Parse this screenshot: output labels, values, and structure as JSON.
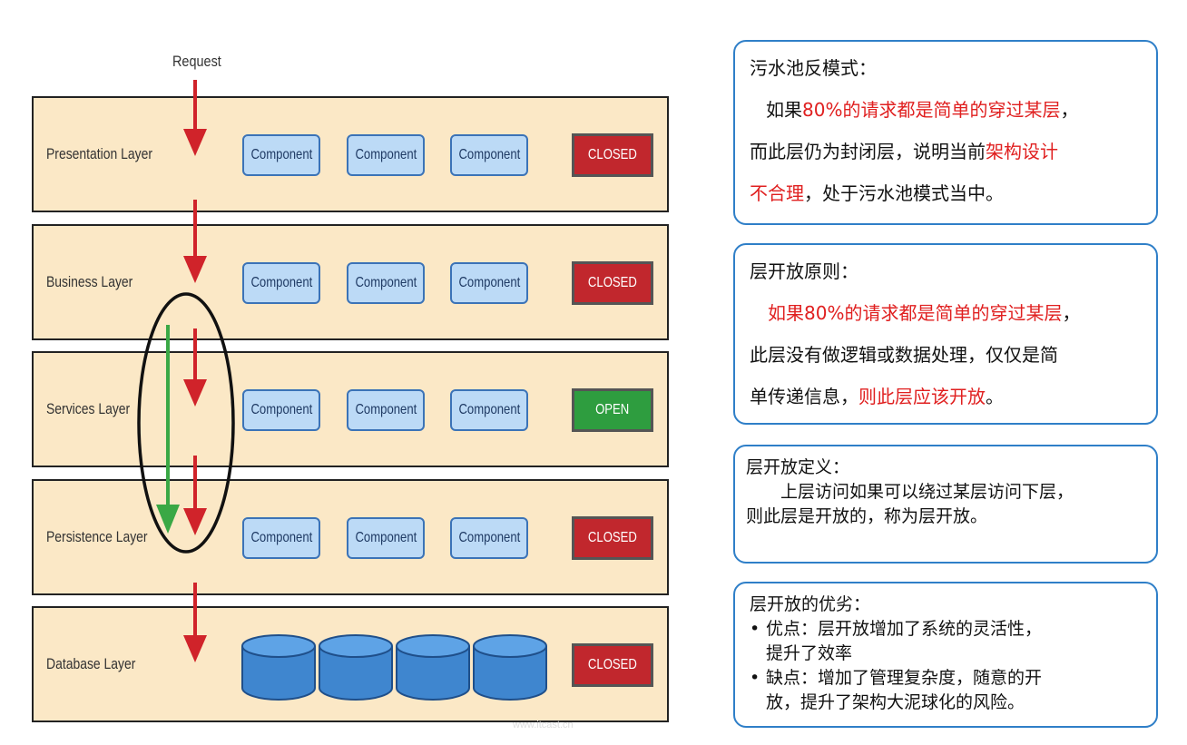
{
  "diagram": {
    "request_label": "Request",
    "layers": [
      {
        "label": "Presentation Layer",
        "status": "CLOSED",
        "kind": "components"
      },
      {
        "label": "Business Layer",
        "status": "CLOSED",
        "kind": "components"
      },
      {
        "label": "Services Layer",
        "status": "OPEN",
        "kind": "components"
      },
      {
        "label": "Persistence Layer",
        "status": "CLOSED",
        "kind": "components"
      },
      {
        "label": "Database Layer",
        "status": "CLOSED",
        "kind": "databases"
      }
    ],
    "component_label": "Component",
    "colors": {
      "closed": "#c1272d",
      "open": "#2e9d3f",
      "arrow_red": "#d0232a",
      "arrow_green": "#3aa845",
      "layer_bg": "#fbe8c6"
    },
    "watermark": "www.itcast.cn"
  },
  "notes": {
    "box1": {
      "title": "污水池反模式：",
      "l1_pre": "如果",
      "l1_red": "80%的请求都是简单的穿过某层",
      "l1_post": "，",
      "l2_pre": "而此层仍为封闭层，说明当前",
      "l2_red": "架构设计",
      "l3_red": "不合理",
      "l3_post": "，处于污水池模式当中。"
    },
    "box2": {
      "title": "层开放原则：",
      "l1_red": "如果80%的请求都是简单的穿过某层",
      "l1_post": "，",
      "l2": "此层没有做逻辑或数据处理，仅仅是简",
      "l3_pre": "单传递信息，",
      "l3_red": "则此层应该开放",
      "l3_post": "。"
    },
    "box3": {
      "title": "层开放定义：",
      "l1": "上层访问如果可以绕过某层访问下层，",
      "l2": "则此层是开放的，称为层开放。"
    },
    "box4": {
      "title": "层开放的优劣：",
      "pro1": "优点：层开放增加了系统的灵活性，",
      "pro2": "提升了效率",
      "con1": "缺点：增加了管理复杂度，随意的开",
      "con2": "放，提升了架构大泥球化的风险。"
    }
  }
}
